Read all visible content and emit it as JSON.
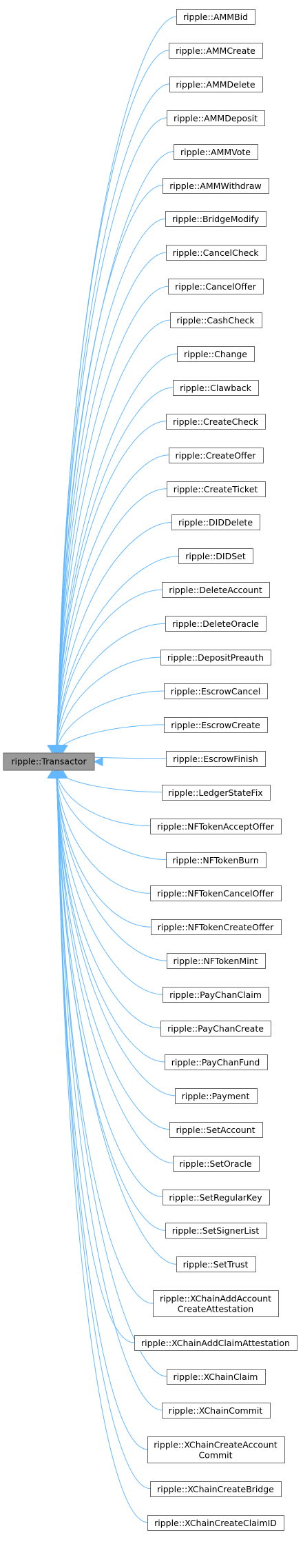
{
  "diagram": {
    "root": {
      "label": "ripple::Transactor"
    },
    "children": [
      {
        "lines": [
          "ripple::AMMBid"
        ]
      },
      {
        "lines": [
          "ripple::AMMCreate"
        ]
      },
      {
        "lines": [
          "ripple::AMMDelete"
        ]
      },
      {
        "lines": [
          "ripple::AMMDeposit"
        ]
      },
      {
        "lines": [
          "ripple::AMMVote"
        ]
      },
      {
        "lines": [
          "ripple::AMMWithdraw"
        ]
      },
      {
        "lines": [
          "ripple::BridgeModify"
        ]
      },
      {
        "lines": [
          "ripple::CancelCheck"
        ]
      },
      {
        "lines": [
          "ripple::CancelOffer"
        ]
      },
      {
        "lines": [
          "ripple::CashCheck"
        ]
      },
      {
        "lines": [
          "ripple::Change"
        ]
      },
      {
        "lines": [
          "ripple::Clawback"
        ]
      },
      {
        "lines": [
          "ripple::CreateCheck"
        ]
      },
      {
        "lines": [
          "ripple::CreateOffer"
        ]
      },
      {
        "lines": [
          "ripple::CreateTicket"
        ]
      },
      {
        "lines": [
          "ripple::DIDDelete"
        ]
      },
      {
        "lines": [
          "ripple::DIDSet"
        ]
      },
      {
        "lines": [
          "ripple::DeleteAccount"
        ]
      },
      {
        "lines": [
          "ripple::DeleteOracle"
        ]
      },
      {
        "lines": [
          "ripple::DepositPreauth"
        ]
      },
      {
        "lines": [
          "ripple::EscrowCancel"
        ]
      },
      {
        "lines": [
          "ripple::EscrowCreate"
        ]
      },
      {
        "lines": [
          "ripple::EscrowFinish"
        ]
      },
      {
        "lines": [
          "ripple::LedgerStateFix"
        ]
      },
      {
        "lines": [
          "ripple::NFTokenAcceptOffer"
        ]
      },
      {
        "lines": [
          "ripple::NFTokenBurn"
        ]
      },
      {
        "lines": [
          "ripple::NFTokenCancelOffer"
        ]
      },
      {
        "lines": [
          "ripple::NFTokenCreateOffer"
        ]
      },
      {
        "lines": [
          "ripple::NFTokenMint"
        ]
      },
      {
        "lines": [
          "ripple::PayChanClaim"
        ]
      },
      {
        "lines": [
          "ripple::PayChanCreate"
        ]
      },
      {
        "lines": [
          "ripple::PayChanFund"
        ]
      },
      {
        "lines": [
          "ripple::Payment"
        ]
      },
      {
        "lines": [
          "ripple::SetAccount"
        ]
      },
      {
        "lines": [
          "ripple::SetOracle"
        ]
      },
      {
        "lines": [
          "ripple::SetRegularKey"
        ]
      },
      {
        "lines": [
          "ripple::SetSignerList"
        ]
      },
      {
        "lines": [
          "ripple::SetTrust"
        ]
      },
      {
        "lines": [
          "ripple::XChainAddAccount",
          "CreateAttestation"
        ]
      },
      {
        "lines": [
          "ripple::XChainAddClaimAttestation"
        ]
      },
      {
        "lines": [
          "ripple::XChainClaim"
        ]
      },
      {
        "lines": [
          "ripple::XChainCommit"
        ]
      },
      {
        "lines": [
          "ripple::XChainCreateAccount",
          "Commit"
        ]
      },
      {
        "lines": [
          "ripple::XChainCreateBridge"
        ]
      },
      {
        "lines": [
          "ripple::XChainCreateClaimID"
        ]
      }
    ]
  },
  "colors": {
    "edge": "#63b8ff",
    "root_fill": "#999999",
    "node_border": "#666666",
    "node_fill": "#ffffff"
  }
}
